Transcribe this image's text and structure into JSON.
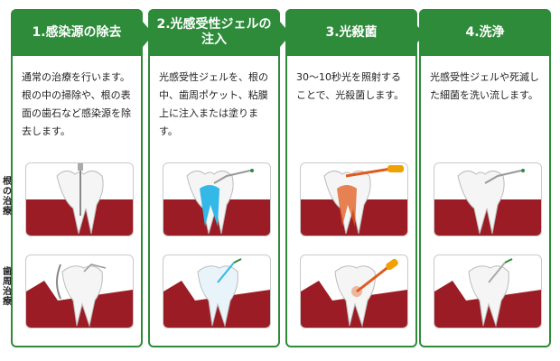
{
  "steps": [
    {
      "title": "1.感染源の除去",
      "description": "通常の治療を行います。根の中の掃除や、根の表面の歯石など感染源を除去します。"
    },
    {
      "title": "2.光感受性ジェルの注入",
      "description": "光感受性ジェルを、根の中、歯周ポケット、粘膜上に注入または塗ります。"
    },
    {
      "title": "3.光殺菌",
      "description": "30～10秒光を照射することで、光殺菌します。"
    },
    {
      "title": "4.洗浄",
      "description": "光感受性ジェルや死滅した細菌を洗い流します。"
    }
  ],
  "row_labels": {
    "root": "根の治療",
    "perio": "歯周治療"
  },
  "colors": {
    "accent": "#2e8b3a",
    "gum": "#9b1c24",
    "gel": "#33b8e8",
    "light": "#e05a1e"
  }
}
